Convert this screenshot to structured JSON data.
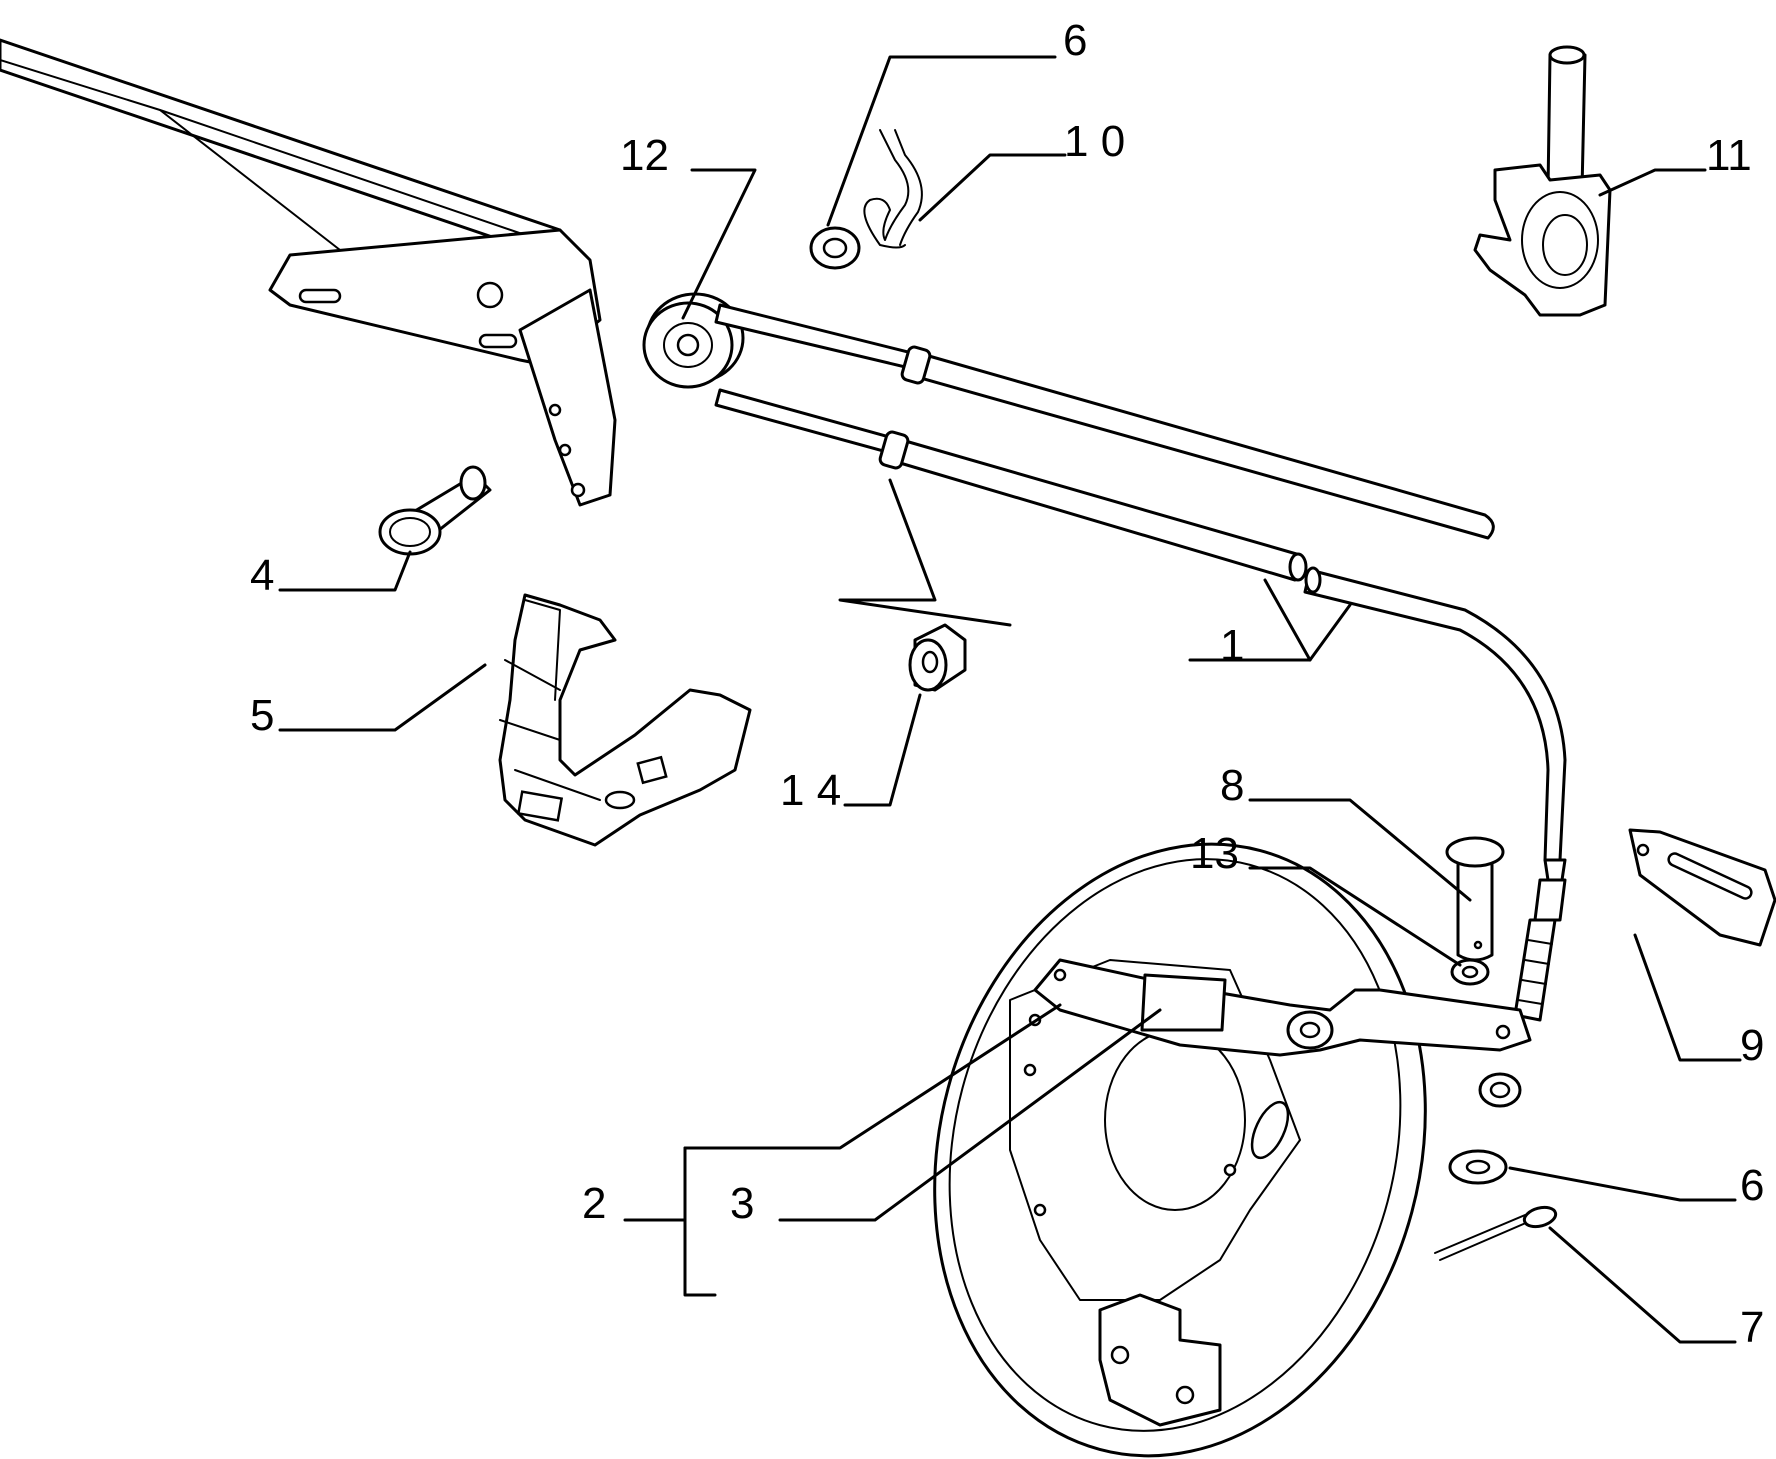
{
  "callouts": {
    "c1": "1",
    "c2": "2",
    "c3": "3",
    "c4": "4",
    "c5": "5",
    "c6_top": "6",
    "c6_right": "6",
    "c7": "7",
    "c8": "8",
    "c9": "9",
    "c10": "1 0",
    "c11": "11",
    "c12": "12",
    "c13": "13",
    "c14": "1 4"
  }
}
